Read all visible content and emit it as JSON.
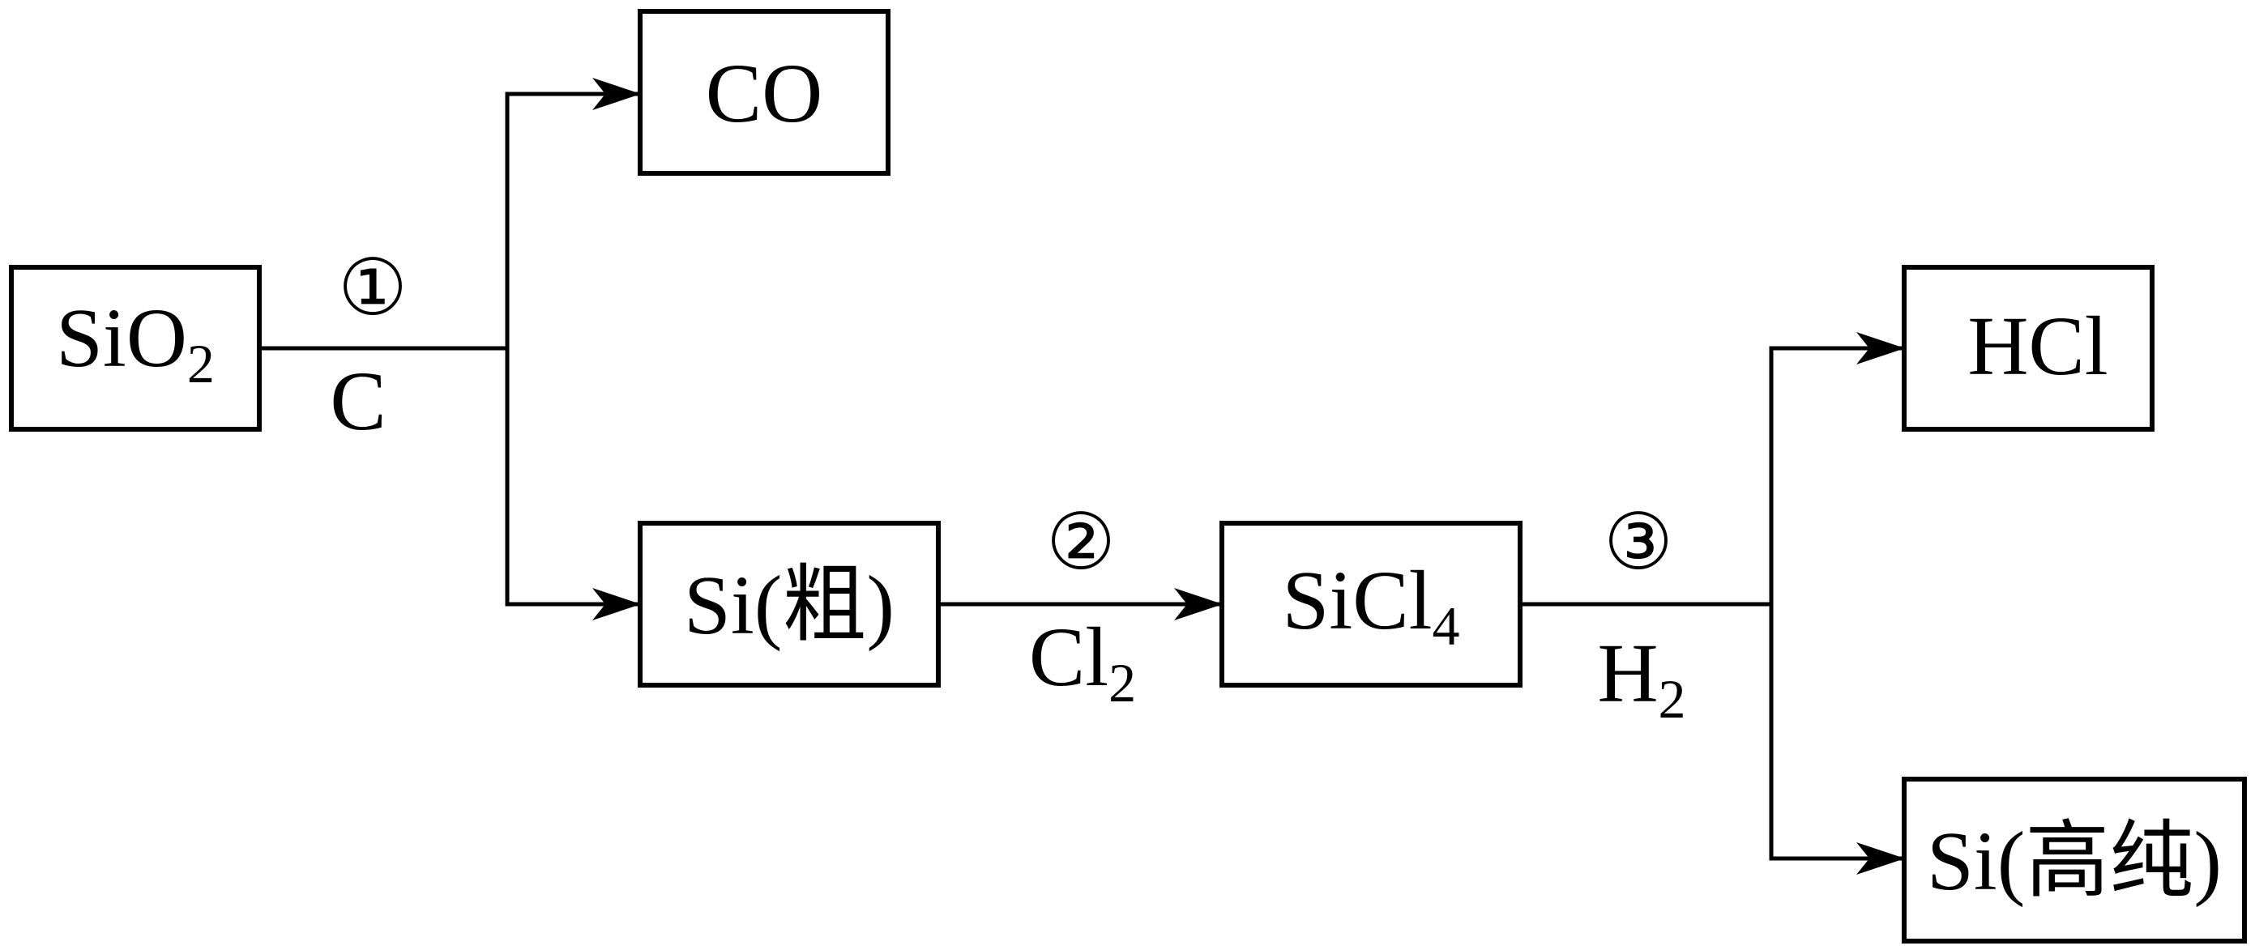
{
  "nodes": {
    "sio2": {
      "main": "SiO",
      "sub": "2"
    },
    "co": {
      "main": "CO"
    },
    "si_crude": {
      "main": "Si(粗)"
    },
    "sicl4": {
      "main": "SiCl",
      "sub": "4"
    },
    "hcl": {
      "main": "HCl"
    },
    "si_pure": {
      "main": "Si(高纯)"
    }
  },
  "steps": {
    "step1": {
      "number": "①",
      "reagent": "C",
      "reagent_sub": ""
    },
    "step2": {
      "number": "②",
      "reagent": "Cl",
      "reagent_sub": "2"
    },
    "step3": {
      "number": "③",
      "reagent": "H",
      "reagent_sub": "2"
    }
  },
  "style": {
    "stroke_color": "#000000",
    "background": "#ffffff"
  }
}
